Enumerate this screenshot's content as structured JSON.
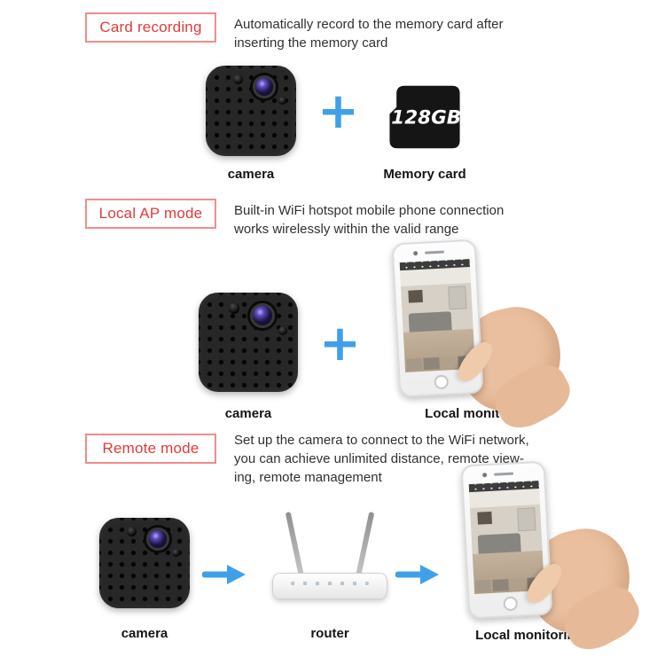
{
  "colors": {
    "accent_red": "#e23a3a",
    "badge_border": "#f28b8b",
    "accent_blue": "#3fa0e9",
    "text_dark": "#303030"
  },
  "icons": {
    "plus": "+"
  },
  "sections": [
    {
      "badge": "Card recording",
      "desc_lines": [
        "Automatically record to the memory card after",
        "inserting the memory card"
      ],
      "captions": {
        "camera": "camera",
        "memory_card": "Memory card"
      },
      "memory_card_label": "128GB"
    },
    {
      "badge": "Local AP mode",
      "desc_lines": [
        "Built-in WiFi hotspot mobile phone connection",
        "works wirelessly within the valid range"
      ],
      "captions": {
        "camera": "camera",
        "phone": "Local monitoring"
      }
    },
    {
      "badge": "Remote mode",
      "desc_lines": [
        "Set up the camera to connect to the WiFi network,",
        "you can achieve unlimited distance, remote view-",
        "ing, remote management"
      ],
      "captions": {
        "camera": "camera",
        "router": "router",
        "phone": "Local monitoring"
      }
    }
  ]
}
